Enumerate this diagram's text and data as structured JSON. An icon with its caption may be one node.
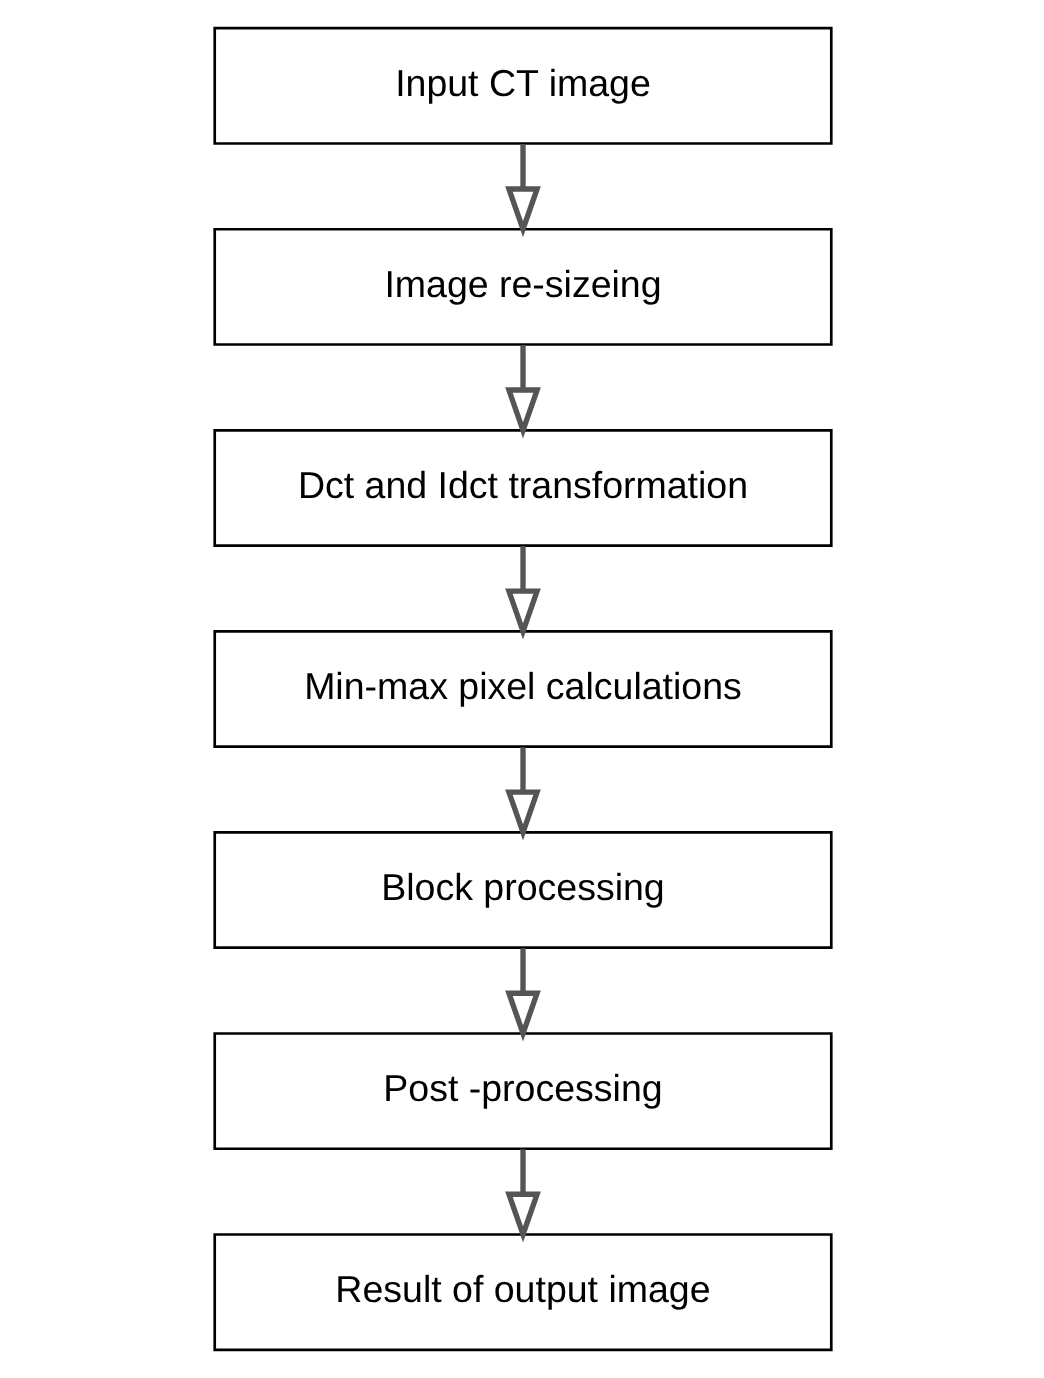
{
  "diagram": {
    "nodes": [
      {
        "text": [
          "Input CT image"
        ]
      },
      {
        "text": [
          "Image re-sizeing"
        ]
      },
      {
        "text": [
          "Dct and Idct transformation"
        ]
      },
      {
        "text": [
          "Min-max pixel calculations"
        ]
      },
      {
        "text": [
          "Block processing"
        ]
      },
      {
        "text": [
          "Post -processing"
        ]
      },
      {
        "text": [
          "Result of output image"
        ]
      }
    ],
    "edges": [
      {
        "from": 0,
        "to": 1,
        "arrow": "to"
      },
      {
        "from": 1,
        "to": 2,
        "arrow": "to"
      },
      {
        "from": 2,
        "to": 3,
        "arrow": "to"
      },
      {
        "from": 3,
        "to": 4,
        "arrow": "to"
      },
      {
        "from": 4,
        "to": 5,
        "arrow": "to"
      },
      {
        "from": 5,
        "to": 6,
        "arrow": "to"
      }
    ]
  }
}
